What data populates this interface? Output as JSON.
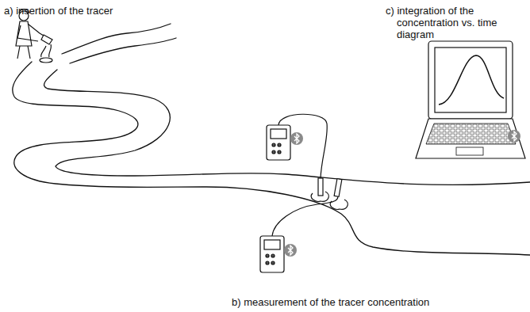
{
  "diagram": {
    "labels": [
      "a) insertion of the tracer",
      "b) measurement of the tracer concentration",
      "c) integration of the concentration vs. time diagram"
    ]
  }
}
